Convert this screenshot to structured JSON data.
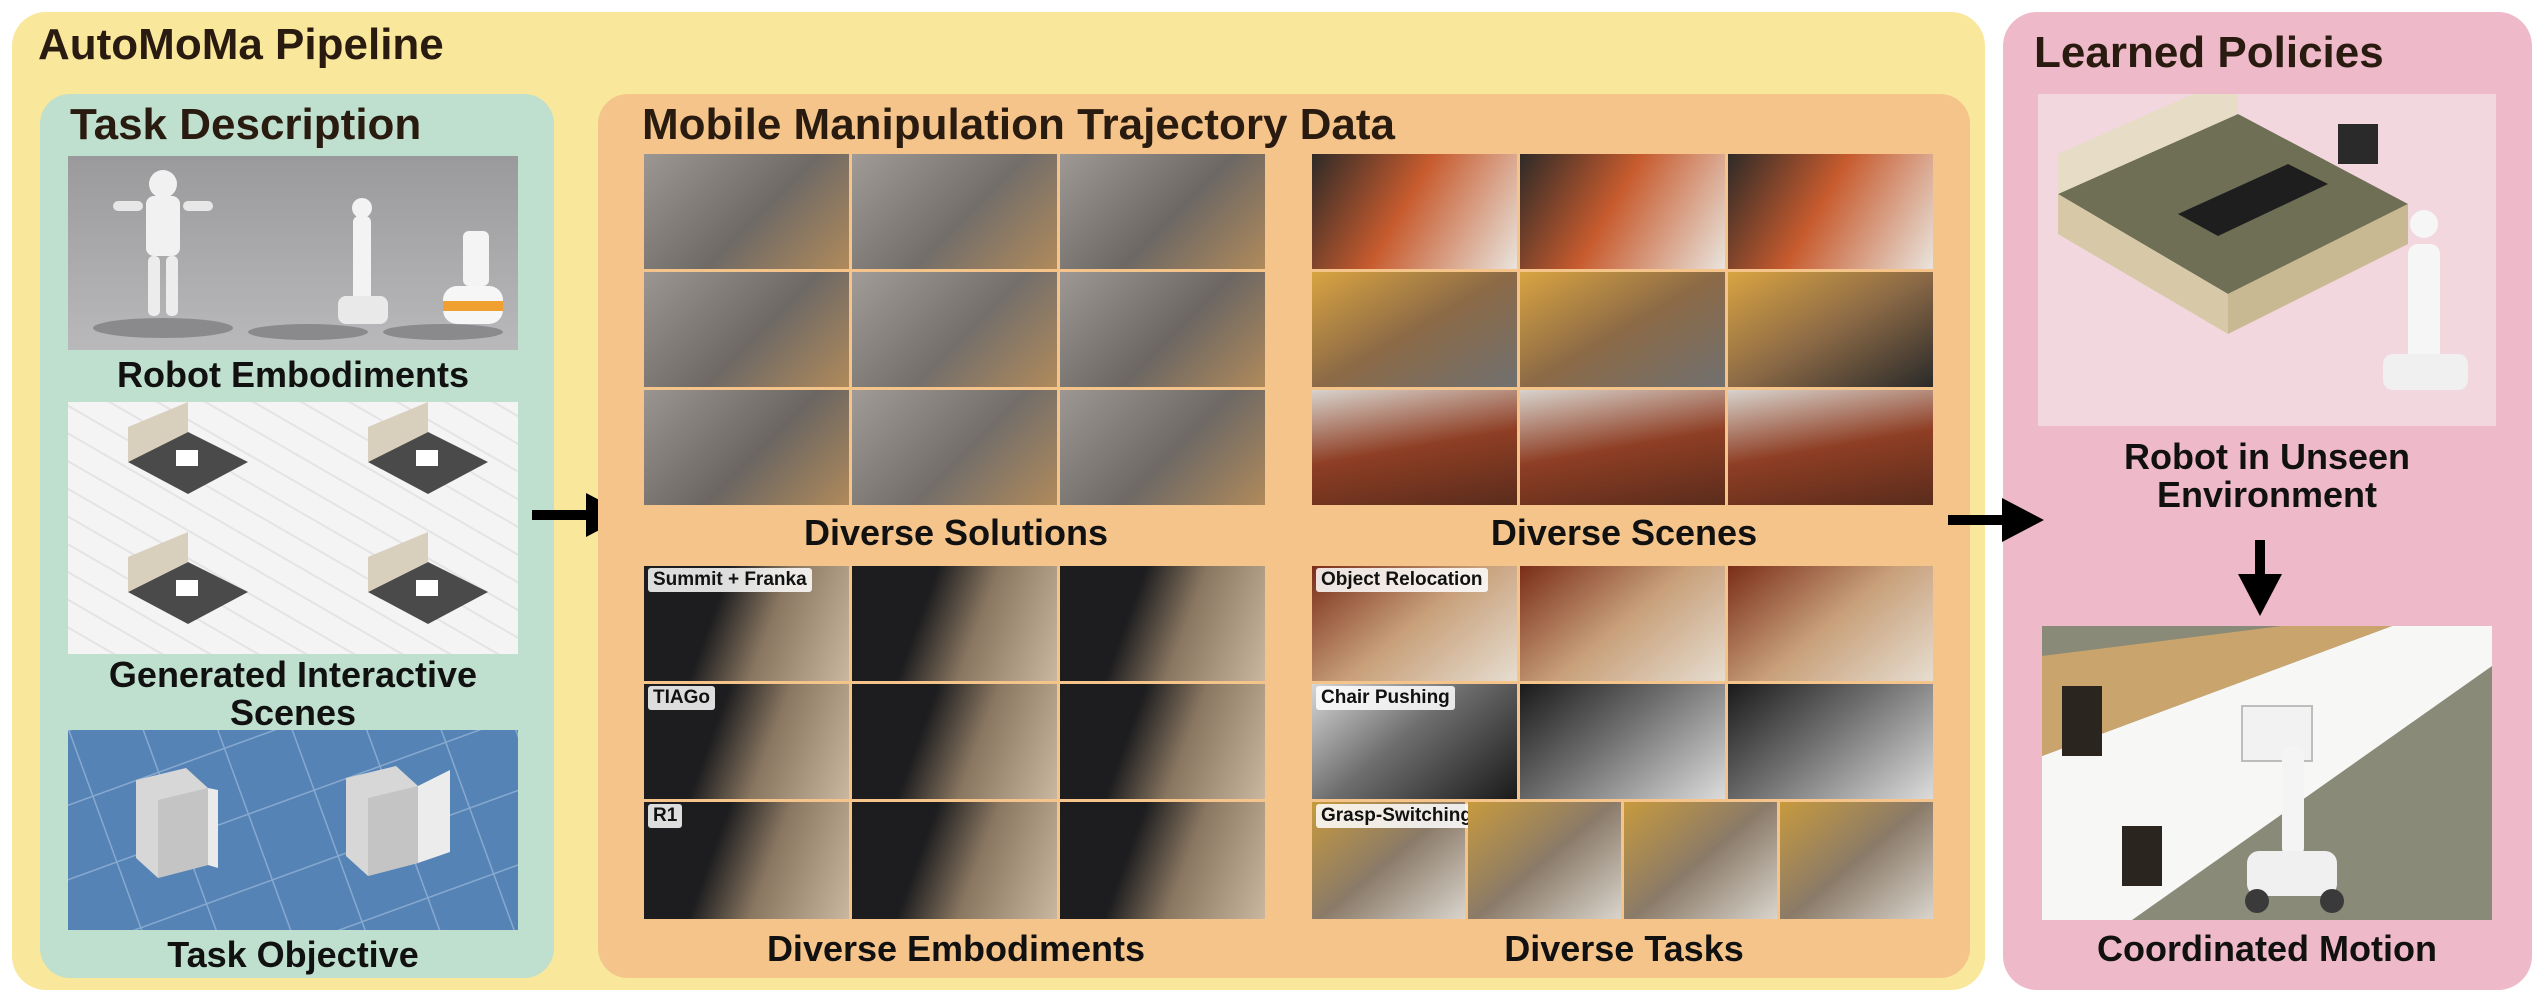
{
  "pipeline": {
    "title": "AutoMoMa Pipeline"
  },
  "task_description": {
    "title": "Task Description",
    "robot_embodiments": "Robot Embodiments",
    "generated_scenes": "Generated Interactive Scenes",
    "task_objective": "Task Objective"
  },
  "trajectory_data": {
    "title": "Mobile Manipulation Trajectory Data",
    "diverse_solutions": "Diverse Solutions",
    "diverse_scenes": "Diverse Scenes",
    "diverse_embodiments": "Diverse Embodiments",
    "diverse_tasks": "Diverse Tasks",
    "embodiment_tags": [
      "Summit + Franka",
      "TIAGo",
      "R1"
    ],
    "task_tags": [
      "Object Relocation",
      "Chair Pushing",
      "Grasp-Switching"
    ]
  },
  "learned_policies": {
    "title": "Learned Policies",
    "unseen_environment": "Robot in Unseen Environment",
    "coordinated_motion": "Coordinated Motion"
  },
  "colors": {
    "pipeline_bg": "#f9e79c",
    "task_bg": "#bfe0cf",
    "trajectory_bg": "#f5c48a",
    "policies_bg": "#eeb9c8"
  }
}
